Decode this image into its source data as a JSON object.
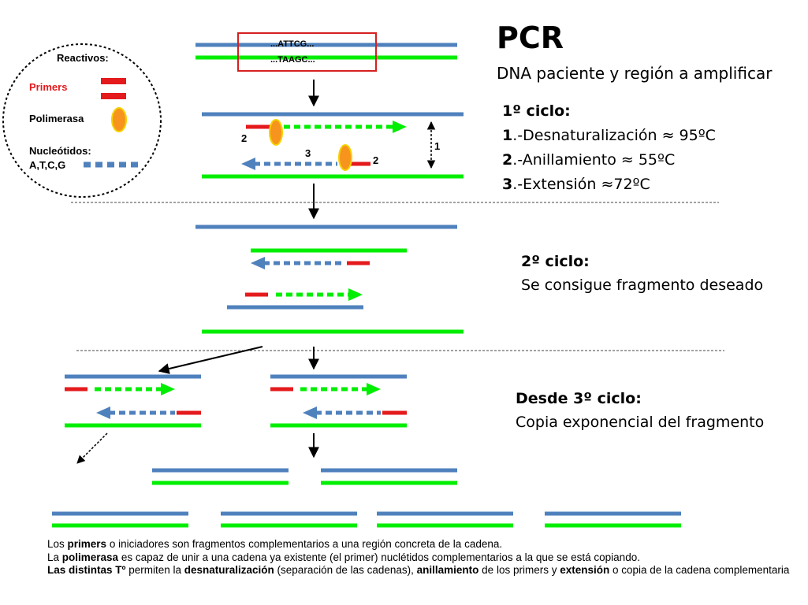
{
  "title": "PCR",
  "subtitle": "DNA paciente y región a amplificar",
  "dna_box": {
    "top_seq": "...ATTCG...",
    "bottom_seq": "...TAAGC..."
  },
  "reagents": {
    "heading": "Reactivos:",
    "primers": "Primers",
    "polimerasa": "Polimerasa",
    "nucleotidos": "Nucleótidos:",
    "bases": "A,T,C,G"
  },
  "cycle1": {
    "heading": "1º ciclo:",
    "steps": [
      {
        "num": "1",
        "text": ".-Desnaturalización ≈ 95ºC"
      },
      {
        "num": "2",
        "text": ".-Anillamiento ≈ 55ºC"
      },
      {
        "num": "3",
        "text": ".-Extensión ≈72ºC"
      }
    ],
    "marks": {
      "one": "1",
      "two_left": "2",
      "three": "3",
      "two_right": "2"
    }
  },
  "cycle2": {
    "heading": "2º ciclo:",
    "text": "Se consigue fragmento deseado"
  },
  "cycle3": {
    "heading": "Desde 3º ciclo:",
    "text": "Copia exponencial del fragmento"
  },
  "footer": {
    "l1": {
      "a": "Los ",
      "b": "primers",
      "c": " o iniciadores son fragmentos complementarios a una región concreta de la cadena."
    },
    "l2": {
      "a": "La ",
      "b": "polimerasa",
      "c": " es capaz de unir a una cadena ya existente (el primer) nuclétidos complementarios a la que se está copiando."
    },
    "l3": {
      "a": "Las distintas Tº",
      "b": " permiten la ",
      "c": "desnaturalización",
      "d": " (separación de las cadenas), ",
      "e": "anillamiento",
      "f": " de los primers y ",
      "g": "extensión",
      "h": " o copia de la cadena complementaria"
    }
  },
  "colors": {
    "blue_strand": "#4f81bd",
    "green_strand": "#00ee00",
    "primer": "#e41a1c",
    "polymerase_fill": "#f7941d",
    "polymerase_edge": "#f5d200",
    "box_border": "#d62020"
  }
}
